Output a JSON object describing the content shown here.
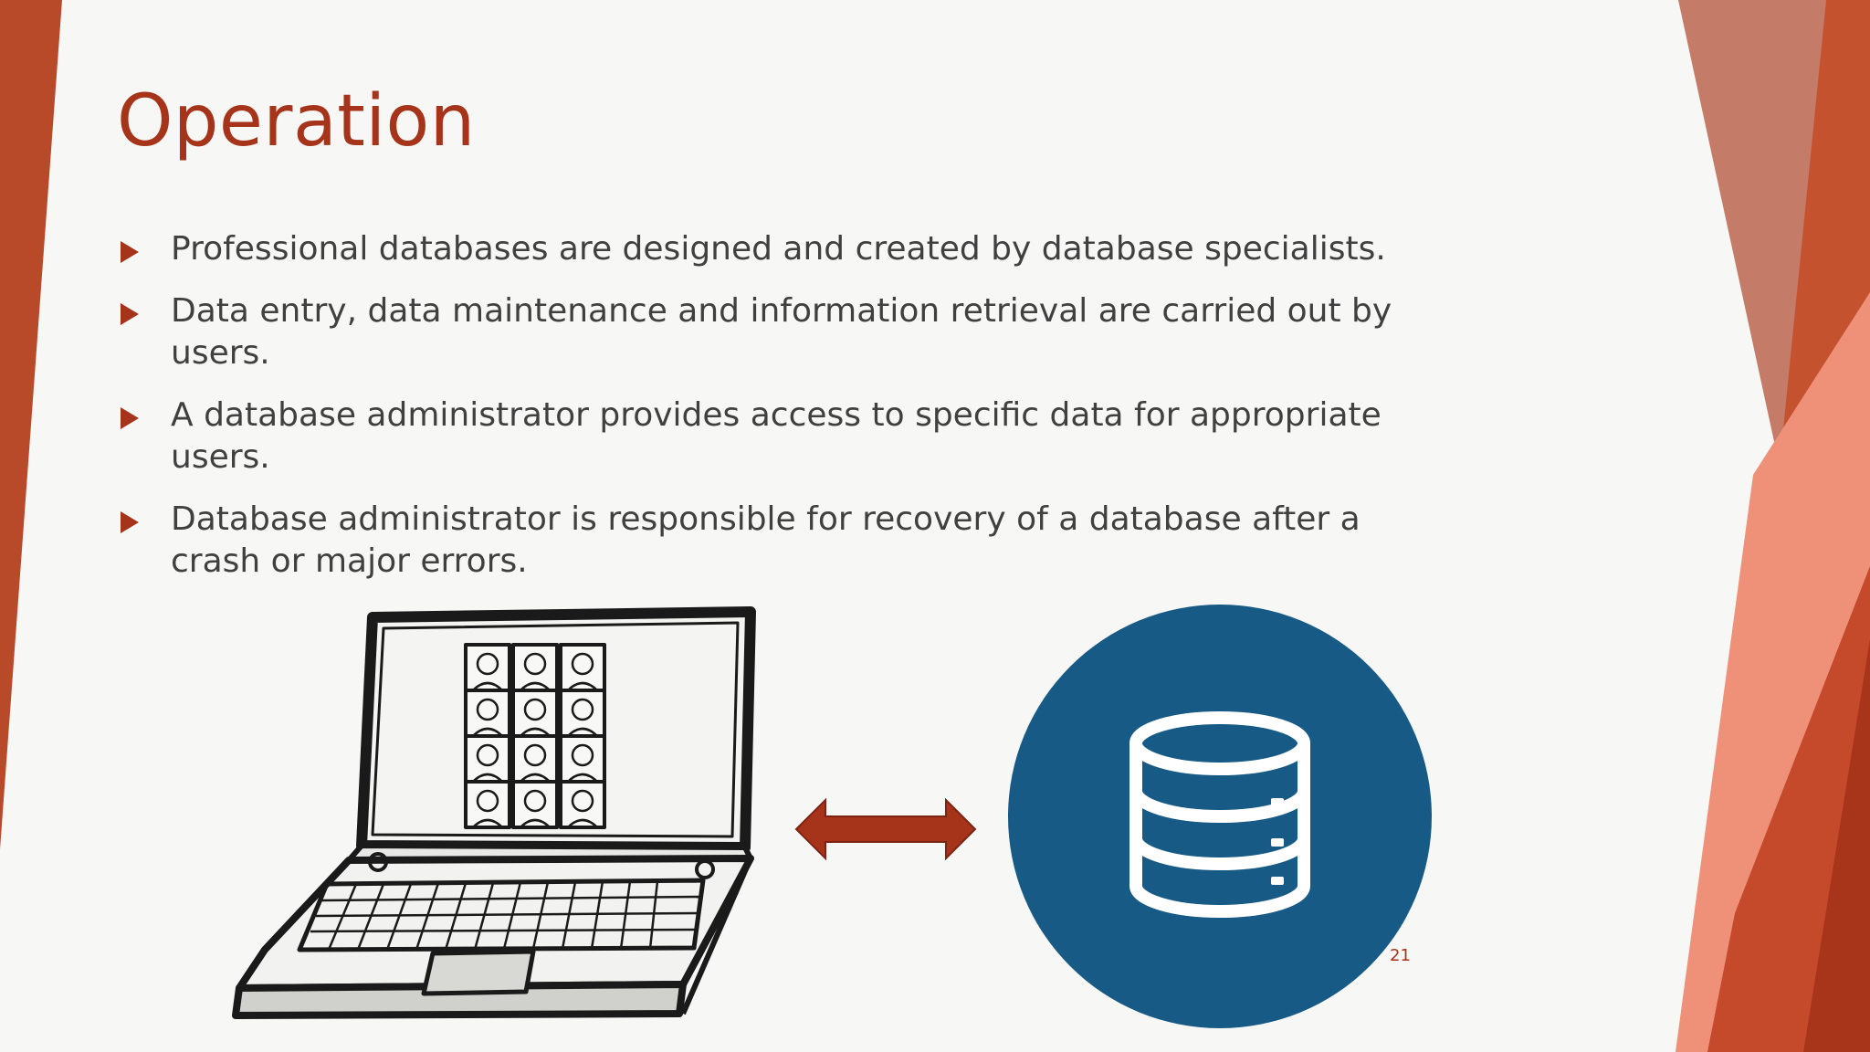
{
  "slide": {
    "title": "Operation",
    "bullets": [
      "Professional databases are designed and created by database specialists.",
      "Data entry, data maintenance and information retrieval are carried out by users.",
      "A database administrator provides access to specific data for appropriate users.",
      "Database administrator is responsible for recovery of a database after a crash or major errors."
    ],
    "page_number": "21"
  },
  "illustrations": {
    "left_icon": "laptop-with-user-grid-icon",
    "middle_icon": "double-arrow-icon",
    "right_icon": "database-icon"
  },
  "colors": {
    "accent": "#a5341a",
    "text": "#404040",
    "background": "#f7f7f6",
    "database_circle": "#175a85"
  }
}
